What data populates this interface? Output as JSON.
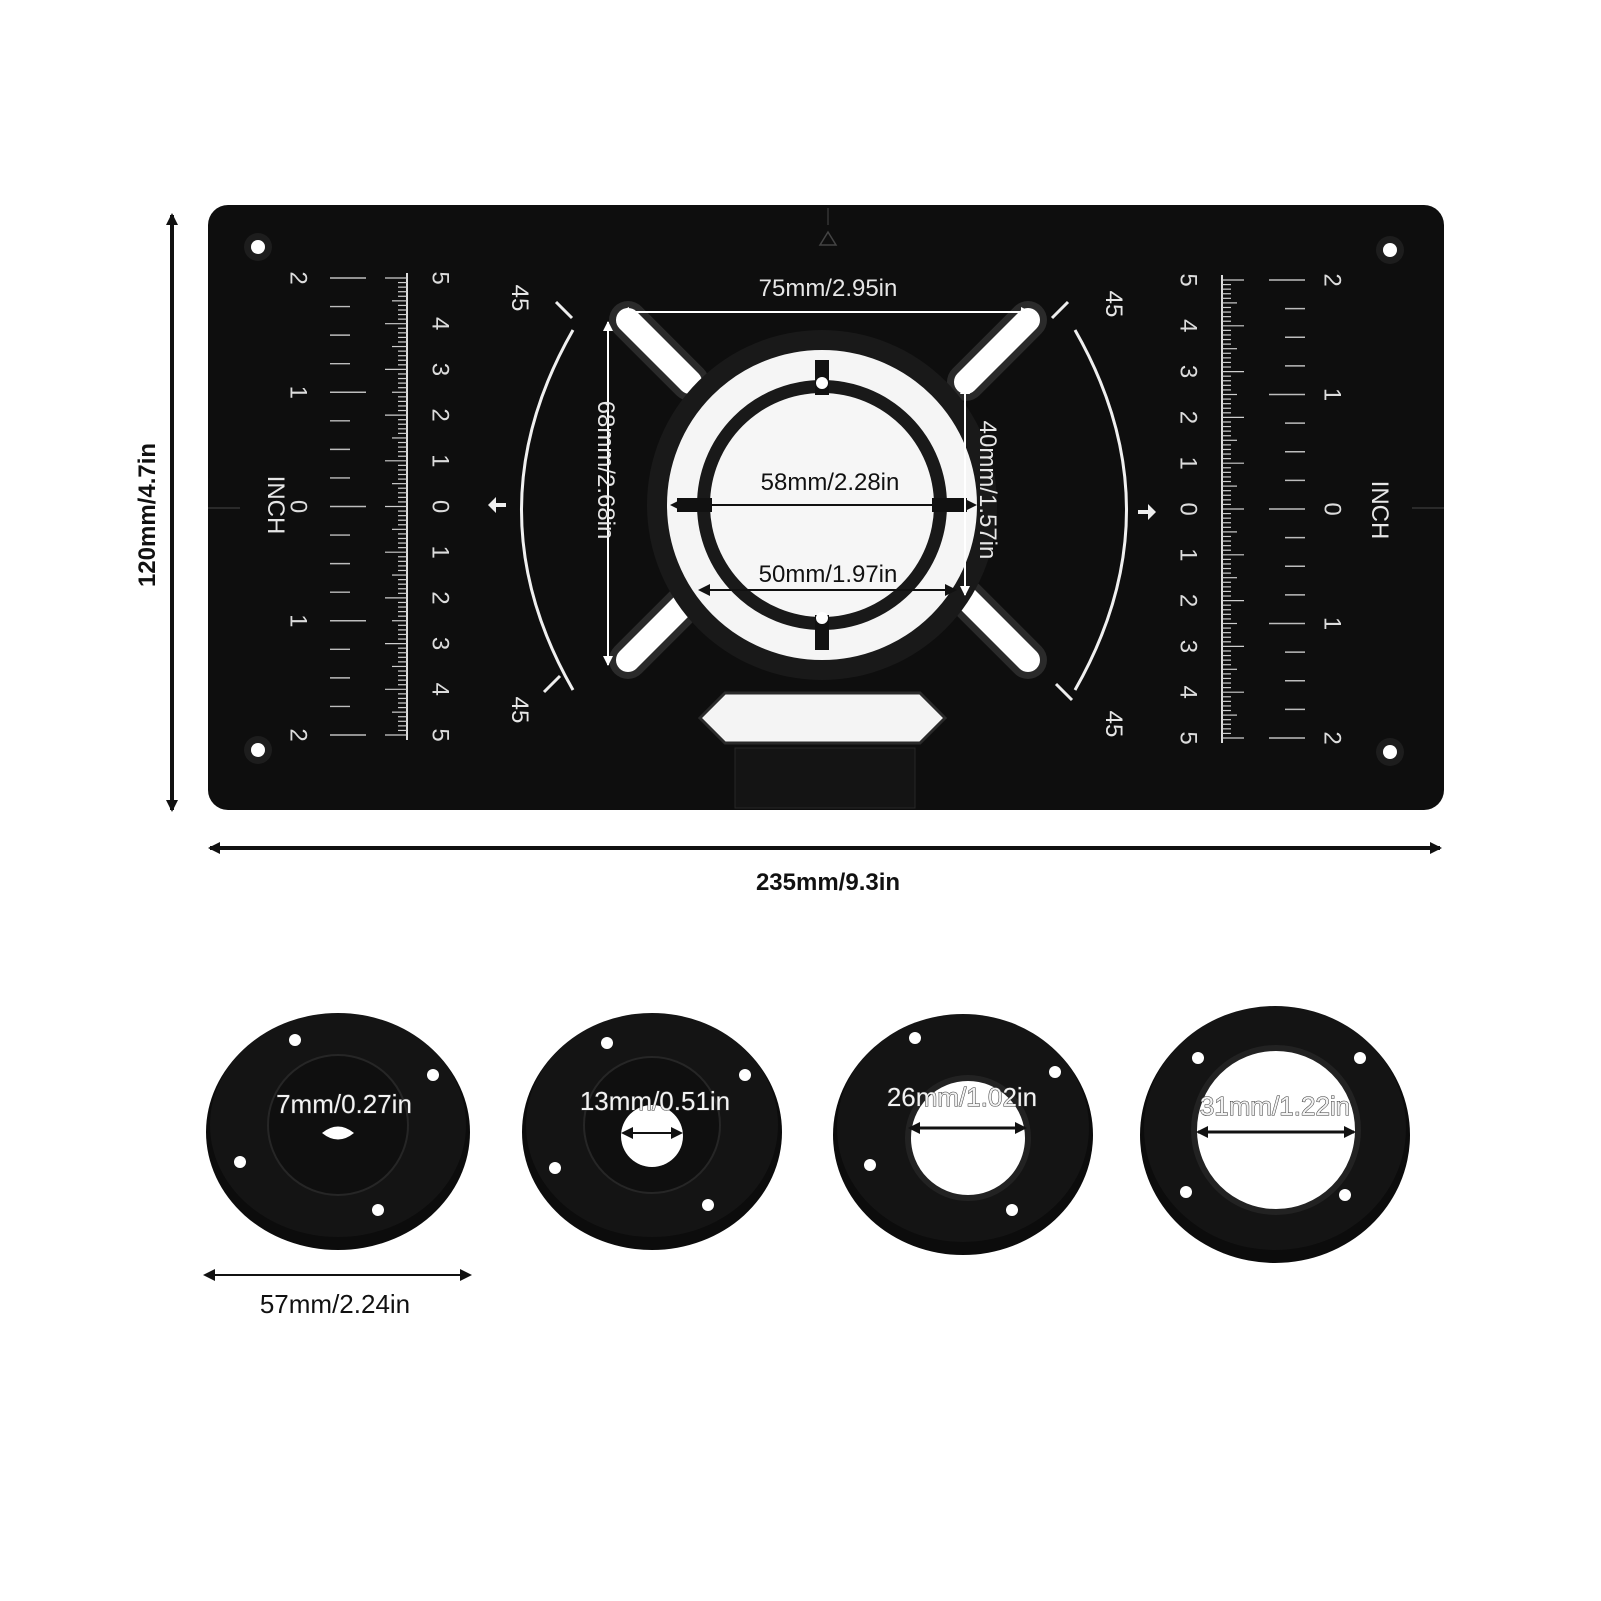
{
  "colors": {
    "background": "#ffffff",
    "plate": "#0e0e0e",
    "ring": "#111111",
    "marking": "#dddddd",
    "arrow": "#111111"
  },
  "dimensions": {
    "height": "120mm/4.7in",
    "width": "235mm/9.3in",
    "ring_outer": "57mm/2.24in"
  },
  "plate": {
    "slot_span": "75mm/2.95in",
    "slot_height": "68mm/2.68in",
    "center_hole": "58mm/2.28in",
    "inner_width": "50mm/1.97in",
    "slot_spacing": "40mm/1.57in",
    "angle_marks": [
      "45",
      "45",
      "45",
      "45"
    ],
    "unit_label": "INCH",
    "left_ruler": {
      "inch_outer": [
        "2",
        "1",
        "0",
        "1",
        "2"
      ],
      "cm_inner": [
        "5",
        "4",
        "3",
        "2",
        "1",
        "0",
        "1",
        "2",
        "3",
        "4",
        "5"
      ]
    },
    "right_ruler": {
      "inch_outer": [
        "2",
        "1",
        "0",
        "1",
        "2"
      ],
      "cm_inner": [
        "5",
        "4",
        "3",
        "2",
        "1",
        "0",
        "1",
        "2",
        "3",
        "4",
        "5"
      ]
    }
  },
  "rings": [
    {
      "label": "7mm/0.27in"
    },
    {
      "label": "13mm/0.51in"
    },
    {
      "label": "26mm/1.02in"
    },
    {
      "label": "31mm/1.22in"
    }
  ]
}
